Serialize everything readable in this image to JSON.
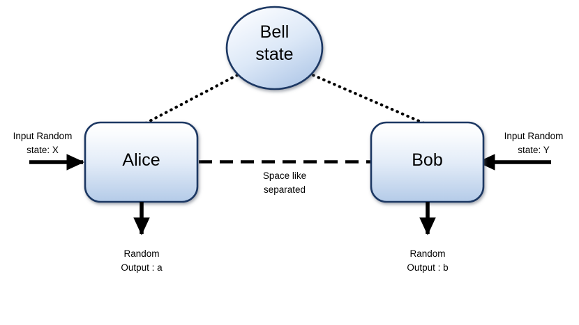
{
  "diagram": {
    "title": "Bell state nonlocal correlation diagram",
    "nodes": {
      "bell": {
        "label": "Bell\nstate",
        "shape": "ellipse"
      },
      "alice": {
        "label": "Alice",
        "shape": "rounded-rectangle"
      },
      "bob": {
        "label": "Bob",
        "shape": "rounded-rectangle"
      }
    },
    "annotations": {
      "input_x": "Input Random\nstate: X",
      "input_y": "Input Random\nstate: Y",
      "space_like": "Space like\nseparated",
      "output_a": "Random\nOutput : a",
      "output_b": "Random\nOutput : b"
    },
    "edges": {
      "bell_to_alice": "dotted",
      "bell_to_bob": "dotted",
      "alice_to_bob": "dashed",
      "input_x_arrow": "solid-arrow-right",
      "input_y_arrow": "solid-arrow-left",
      "output_a_arrow": "solid-arrow-down",
      "output_b_arrow": "solid-arrow-down"
    },
    "colors": {
      "background": "#ffffff",
      "node_fill_top": "#fbfcfe",
      "node_fill_bottom": "#b9cfeb",
      "node_border": "#1f3864",
      "edge_solid": "#000000",
      "edge_dotted": "#000000",
      "text": "#000000"
    }
  }
}
